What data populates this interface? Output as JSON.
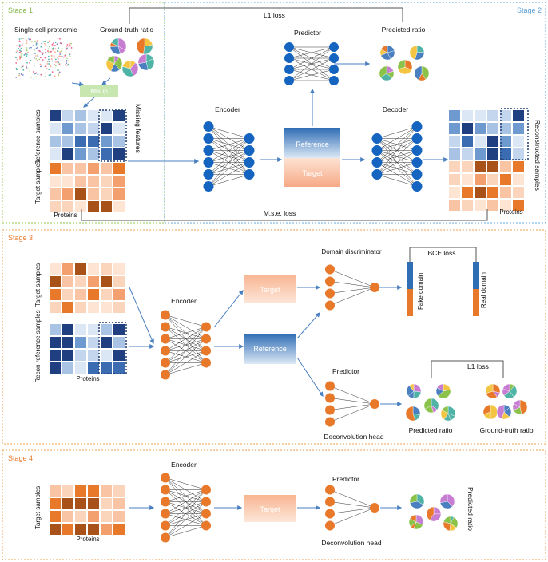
{
  "stages": {
    "s1": "Stage 1",
    "s2": "Stage 2",
    "s3": "Stage 3",
    "s4": "Stage 4"
  },
  "stage1": {
    "single_cell": "Single cell proteomic",
    "ground_truth": "Ground-truth ratio",
    "mixup": "Mixup",
    "missing": "Missing features",
    "reference_samples": "Reference samples",
    "target_samples": "Target samples",
    "proteins": "Proteins"
  },
  "stage2": {
    "l1_loss": "L1 loss",
    "predictor": "Predictor",
    "predicted_ratio": "Predicted ratio",
    "encoder": "Encoder",
    "decoder": "Decoder",
    "reference": "Reference",
    "target": "Target",
    "reconstructed": "Reconstructed samples",
    "proteins": "Proteins",
    "mse_loss": "M.s.e. loss"
  },
  "stage3": {
    "target_samples": "Target samples",
    "recon_reference": "Recon reference samples",
    "proteins": "Proteins",
    "encoder": "Encoder",
    "target": "Target",
    "reference": "Reference",
    "domain_disc": "Domain discriminator",
    "bce_loss": "BCE loss",
    "fake_domain": "Fake domain",
    "real_domain": "Real domain",
    "predictor": "Predictor",
    "deconv_head": "Deconvolution head",
    "predicted_ratio": "Predicted ratio",
    "ground_truth": "Ground-truth ratio",
    "l1_loss": "L1 loss"
  },
  "stage4": {
    "target_samples": "Target samples",
    "proteins": "Proteins",
    "encoder": "Encoder",
    "target": "Target",
    "predictor": "Predictor",
    "deconv_head": "Deconvolution head",
    "predicted_ratio": "Predicted ratio"
  },
  "colors": {
    "blue_node": "#1565c0",
    "orange_node": "#e8792b",
    "stage1_border": "#8bc34a",
    "stage2_border": "#64a8d8",
    "stage34_border": "#f0a050",
    "arrow": "#4a7fc0",
    "mixup_fill": "#c8e6b0"
  }
}
